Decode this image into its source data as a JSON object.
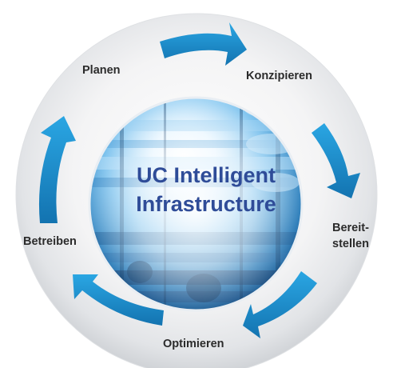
{
  "diagram": {
    "center": {
      "line1": "UC Intelligent",
      "line2": "Infrastructure"
    },
    "stages": {
      "planen": "Planen",
      "konzipieren": "Konzipieren",
      "bereitstellen_line1": "Bereit-",
      "bereitstellen_line2": "stellen",
      "optimieren": "Optimieren",
      "betreiben": "Betreiben"
    },
    "colors": {
      "arrow": "#1a8fce",
      "arrow_dark": "#1373b0",
      "ring_light": "#f7f7f7",
      "ring_dark": "#cfd2d6",
      "center_text": "#2f4c98",
      "stage_text": "#2b2b2b",
      "hub_light": "#e8f6ff",
      "hub_dark": "#0d3f73"
    },
    "icons": {
      "arrows": "curved-arrow-icon",
      "hub_image": "server-rack-image"
    }
  }
}
